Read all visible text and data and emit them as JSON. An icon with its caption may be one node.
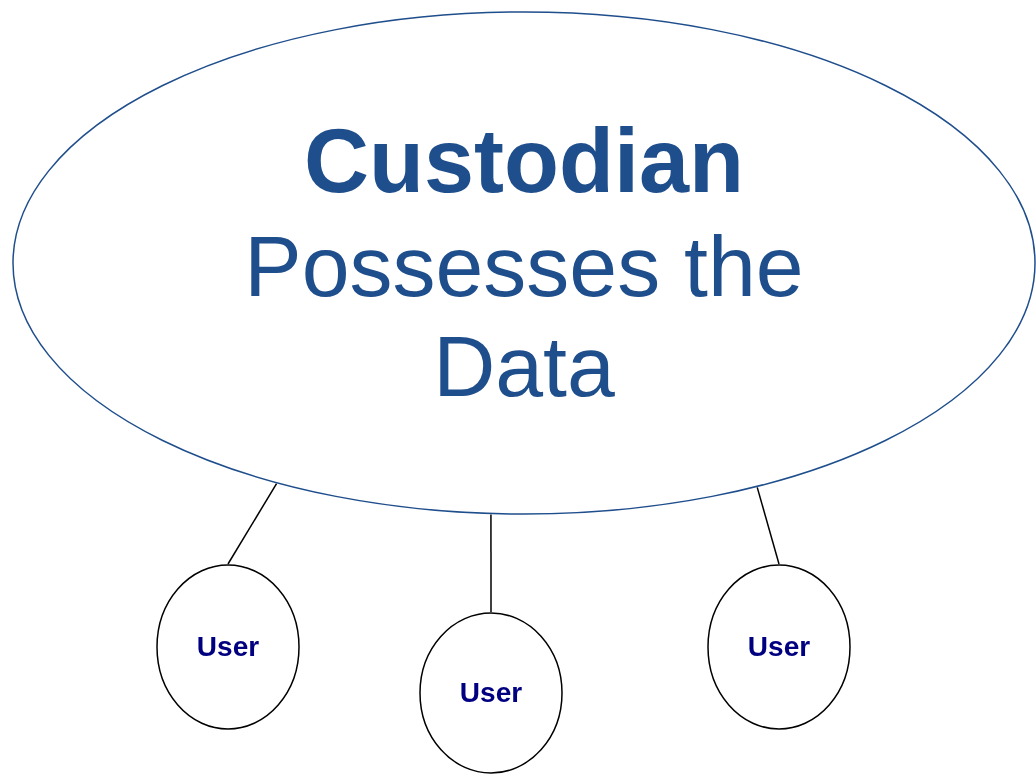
{
  "diagram": {
    "nodes": [
      {
        "text": [
          "Custodian",
          "Possesses the Data"
        ]
      },
      {
        "text": [
          "User"
        ]
      },
      {
        "text": [
          "User"
        ]
      },
      {
        "text": [
          "User"
        ]
      }
    ],
    "edges": [
      {
        "from": 0,
        "to": 1,
        "arrow": "none"
      },
      {
        "from": 0,
        "to": 2,
        "arrow": "none"
      },
      {
        "from": 0,
        "to": 3,
        "arrow": "none"
      }
    ]
  }
}
